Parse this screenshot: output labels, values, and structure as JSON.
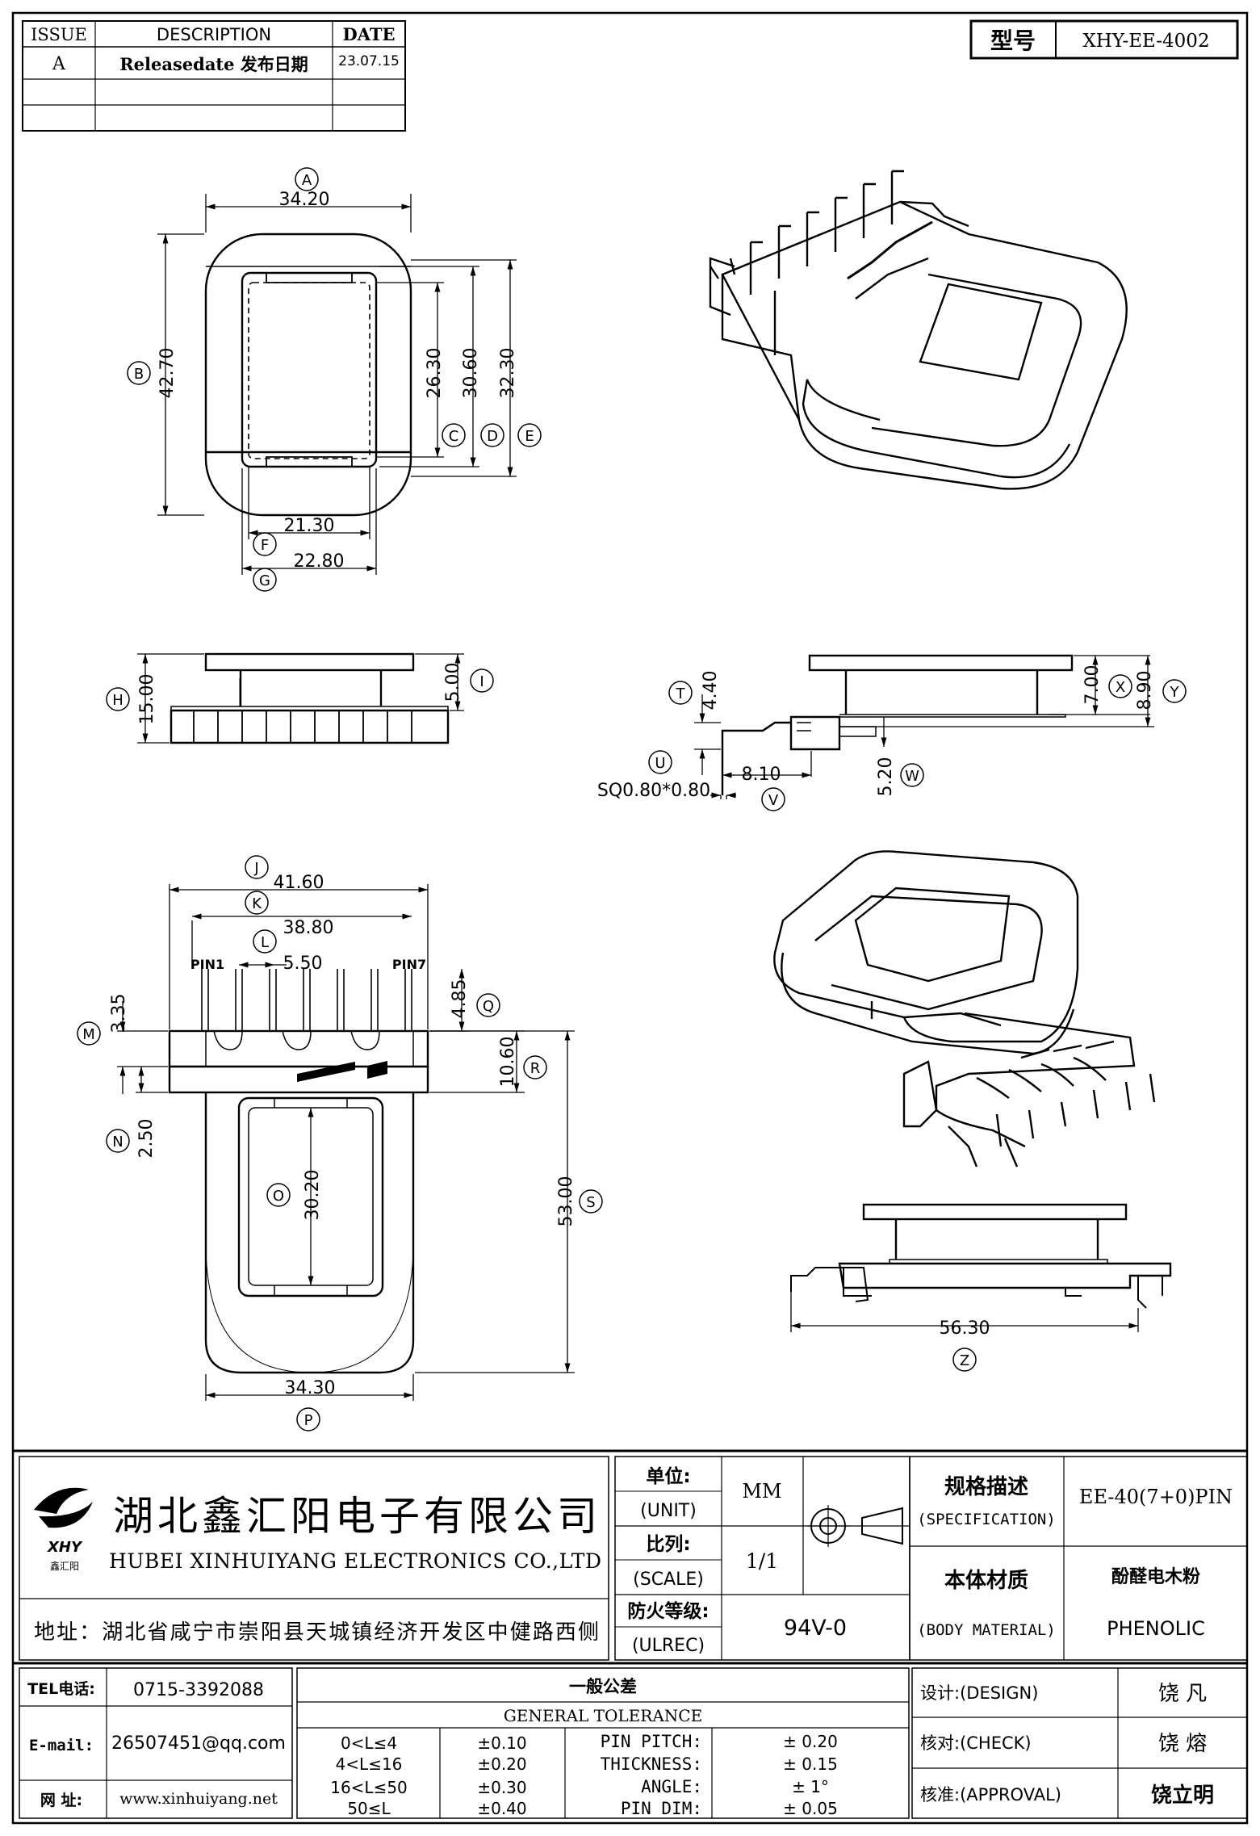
{
  "revision_table": {
    "headers": [
      "ISSUE",
      "DESCRIPTION",
      "DATE"
    ],
    "rows": [
      {
        "issue": "A",
        "description": "Releasedate 发布日期",
        "date": "23.07.15"
      },
      {
        "issue": "",
        "description": "",
        "date": ""
      },
      {
        "issue": "",
        "description": "",
        "date": ""
      }
    ]
  },
  "model": {
    "label": "型号",
    "value": "XHY-EE-4002"
  },
  "top_view": {
    "A": {
      "bubble": "A",
      "value": "34.20"
    },
    "B": {
      "bubble": "B",
      "value": "42.70"
    },
    "C": {
      "bubble": "C",
      "value": "26.30"
    },
    "D": {
      "bubble": "D",
      "value": "30.60"
    },
    "E": {
      "bubble": "E",
      "value": "32.30"
    },
    "F": {
      "bubble": "F",
      "value": "21.30"
    },
    "G": {
      "bubble": "G",
      "value": "22.80"
    }
  },
  "side_view": {
    "H": {
      "bubble": "H",
      "value": "15.00"
    },
    "I": {
      "bubble": "I",
      "value": "5.00"
    }
  },
  "section_view": {
    "T": {
      "bubble": "T",
      "value": "4.40"
    },
    "U": {
      "bubble": "U",
      "value": "SQ0.80*0.80"
    },
    "V": {
      "bubble": "V",
      "value": "8.10"
    },
    "W": {
      "bubble": "W",
      "value": "5.20"
    },
    "X": {
      "bubble": "X",
      "value": "7.00"
    },
    "Y": {
      "bubble": "Y",
      "value": "8.90"
    }
  },
  "bottom_view": {
    "J": {
      "bubble": "J",
      "value": "41.60"
    },
    "K": {
      "bubble": "K",
      "value": "38.80"
    },
    "L": {
      "bubble": "L",
      "value": "5.50"
    },
    "M": {
      "bubble": "M",
      "value": "3.35"
    },
    "N": {
      "bubble": "N",
      "value": "2.50"
    },
    "O": {
      "bubble": "O",
      "value": "30.20"
    },
    "P": {
      "bubble": "P",
      "value": "34.30"
    },
    "Q": {
      "bubble": "Q",
      "value": "4.85"
    },
    "R": {
      "bubble": "R",
      "value": "10.60"
    },
    "S": {
      "bubble": "S",
      "value": "53.00"
    },
    "pin1": "PIN1",
    "pin7": "PIN7"
  },
  "front_view": {
    "Z": {
      "bubble": "Z",
      "value": "56.30"
    }
  },
  "company": {
    "logo_text": "XHY",
    "logo_sub": "鑫汇阳",
    "name_cn": "湖北鑫汇阳电子有限公司",
    "name_en": "HUBEI XINHUIYANG ELECTRONICS CO.,LTD",
    "address": "地址：湖北省咸宁市崇阳县天城镇经济开发区中健路西侧"
  },
  "title_block": {
    "unit_cn": "单位:",
    "unit_en": "(UNIT)",
    "unit_value": "MM",
    "scale_cn": "比列:",
    "scale_en": "(SCALE)",
    "scale_value": "1/1",
    "ul_cn": "防火等级:",
    "ul_en": "(ULREC)",
    "ul_value": "94V-0",
    "spec_cn": "规格描述",
    "spec_en": "(SPECIFICATION)",
    "spec_value": "EE-40(7+0)PIN",
    "material_cn": "本体材质",
    "material_en": "(BODY MATERIAL)",
    "material_value_cn": "酚醛电木粉",
    "material_value_en": "PHENOLIC"
  },
  "contact": {
    "tel_label": "TEL电话:",
    "tel": "0715-3392088",
    "email_label": "E-mail:",
    "email": "26507451@qq.com",
    "web_label": "网  址:",
    "web": "www.xinhuiyang.net"
  },
  "tolerance": {
    "title_cn": "一般公差",
    "title_en": "GENERAL TOLERANCE",
    "ranges": [
      {
        "range": "0<L≤4",
        "tol": "±0.10"
      },
      {
        "range": "4<L≤16",
        "tol": "±0.20"
      },
      {
        "range": "16<L≤50",
        "tol": "±0.30"
      },
      {
        "range": "50≤L",
        "tol": "±0.40"
      }
    ],
    "specs": [
      {
        "label": "PIN PITCH:",
        "value": "± 0.20"
      },
      {
        "label": "THICKNESS:",
        "value": "± 0.15"
      },
      {
        "label": "ANGLE:",
        "value": "± 1°"
      },
      {
        "label": "PIN DIM:",
        "value": "± 0.05"
      }
    ]
  },
  "signoff": {
    "design_label": "设计:(DESIGN)",
    "design_name": "饶  凡",
    "check_label": "核对:(CHECK)",
    "check_name": "饶  熔",
    "approval_label": "核准:(APPROVAL)",
    "approval_name": "饶立明"
  }
}
